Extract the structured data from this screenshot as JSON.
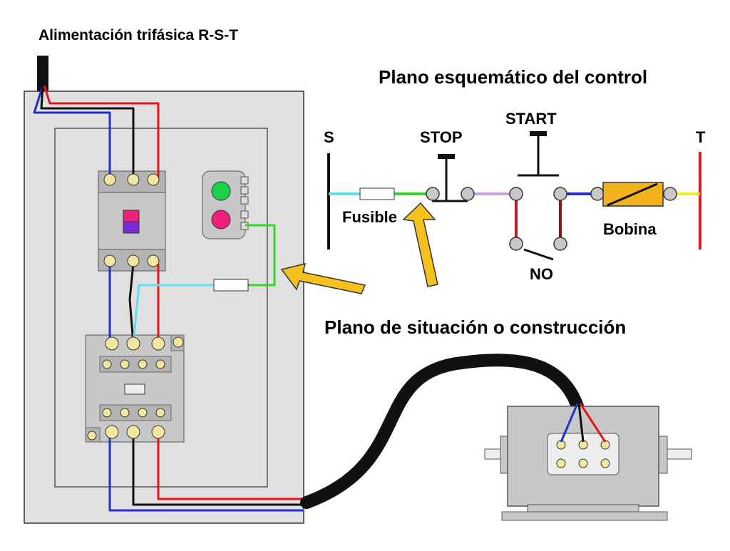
{
  "supply_label": "Alimentación trifásica R-S-T",
  "schematic": {
    "title": "Plano esquemático del control",
    "line_s": "S",
    "line_t": "T",
    "fuse_label": "Fusible",
    "stop_label": "STOP",
    "start_label": "START",
    "no_label": "NO",
    "coil_label": "Bobina"
  },
  "layout_title": "Plano de situación o construcción",
  "colors": {
    "phase_r": "#e8141c",
    "phase_s": "#1f31c8",
    "phase_t": "#111111",
    "control_fuse_wire": "#5fe0f0",
    "control_return_wire": "#33d62b",
    "stop_to_start_wire": "#c7a0e0",
    "start_contact_wire": "#c8141c",
    "start_contact_wire_dark": "#8c1414",
    "coil_wire": "#1f31c8",
    "coil_to_t_wire": "#f3ea2a",
    "coil_fill": "#f2b21c",
    "arrow_fill": "#f5c11c",
    "button_green": "#18d34a",
    "button_red": "#f0207a",
    "panel_fill": "#dedede",
    "device_fill": "#c8c8c8"
  }
}
